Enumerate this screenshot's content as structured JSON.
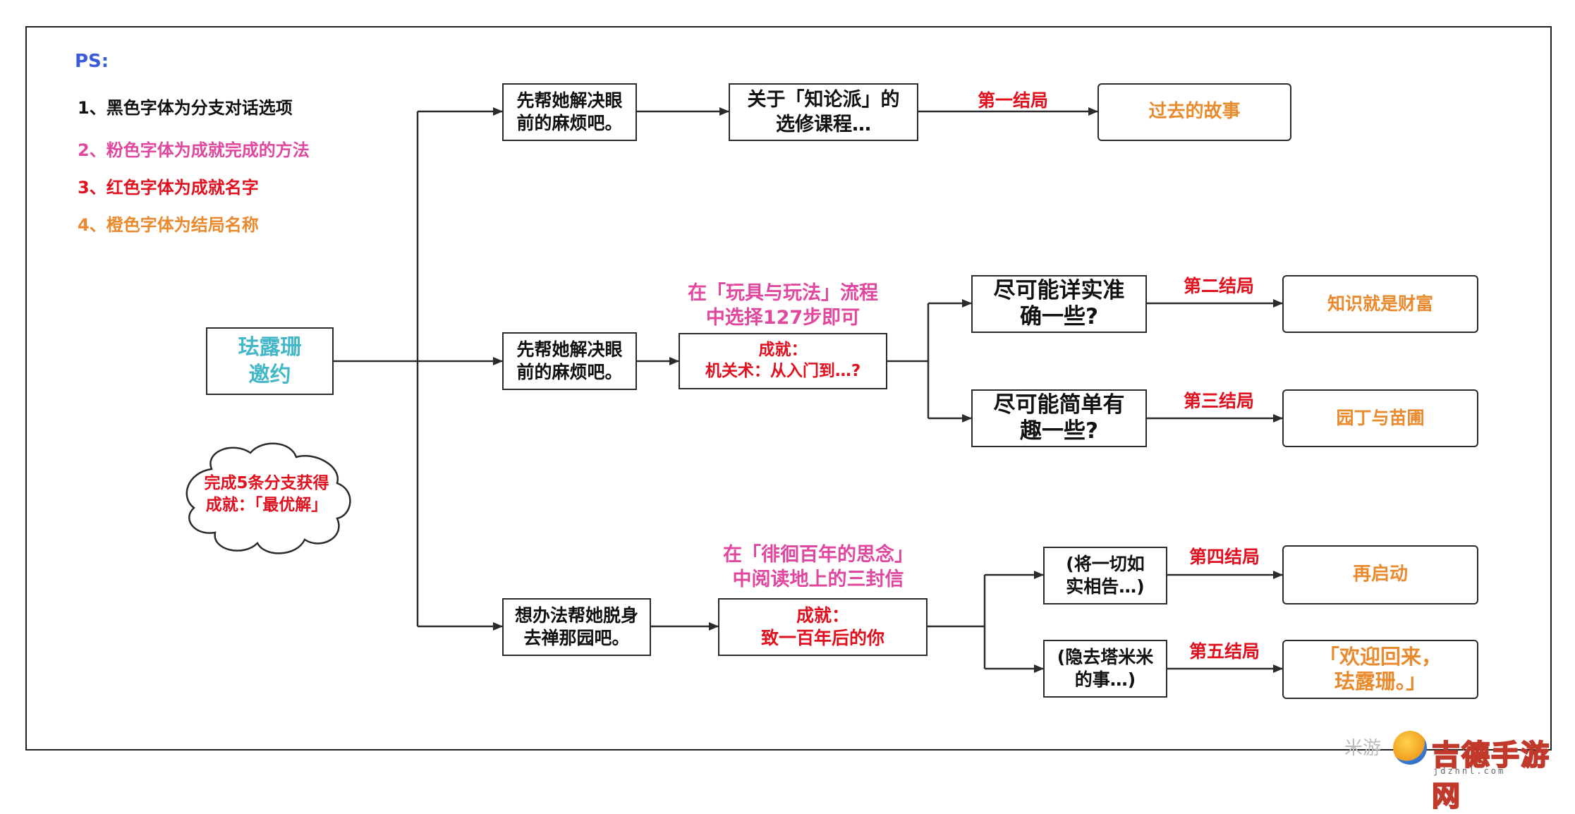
{
  "legend": {
    "title": "PS:",
    "items": [
      {
        "text": "1、黑色字体为分支对话选项",
        "color": "#111111"
      },
      {
        "text": "2、粉色字体为成就完成的方法",
        "color": "#e0479e"
      },
      {
        "text": "3、红色字体为成就名字",
        "color": "#e0101e"
      },
      {
        "text": "4、橙色字体为结局名称",
        "color": "#e98a2e"
      }
    ]
  },
  "root": {
    "line1": "珐露珊",
    "line2": "邀约"
  },
  "cloud": {
    "line1": "完成5条分支获得",
    "line2": "成就：「最优解」"
  },
  "branches": {
    "top": {
      "option": {
        "line1": "先帮她解决眼",
        "line2": "前的麻烦吧。"
      },
      "next": {
        "line1": "关于「知论派」的",
        "line2": "选修课程…"
      },
      "ending_label": "第一结局",
      "ending": "过去的故事"
    },
    "middle": {
      "option": {
        "line1": "先帮她解决眼",
        "line2": "前的麻烦吧。"
      },
      "method": {
        "line1": "在「玩具与玩法」流程",
        "line2": "中选择127步即可"
      },
      "achievement": {
        "line1": "成就：",
        "line2": "机关术：从入门到…?"
      },
      "sub": [
        {
          "line1": "尽可能详实准",
          "line2": "确一些?",
          "ending_label": "第二结局",
          "ending": "知识就是财富"
        },
        {
          "line1": "尽可能简单有",
          "line2": "趣一些?",
          "ending_label": "第三结局",
          "ending": "园丁与苗圃"
        }
      ]
    },
    "bottom": {
      "option": {
        "line1": "想办法帮她脱身",
        "line2": "去禅那园吧。"
      },
      "method": {
        "line1": "在「徘徊百年的思念」",
        "line2": "中阅读地上的三封信"
      },
      "achievement": {
        "line1": "成就：",
        "line2": "致一百年后的你"
      },
      "sub": [
        {
          "line1": "(将一切如",
          "line2": "实相告…)",
          "ending_label": "第四结局",
          "ending_line1": "再启动",
          "ending_line2": ""
        },
        {
          "line1": "(隐去塔米米",
          "line2": "的事…)",
          "ending_label": "第五结局",
          "ending_line1": "「欢迎回来，",
          "ending_line2": "珐露珊。」"
        }
      ]
    }
  },
  "watermark": {
    "text": "米游",
    "brand": "吉德手游网",
    "url": "jdzhnl.com"
  }
}
